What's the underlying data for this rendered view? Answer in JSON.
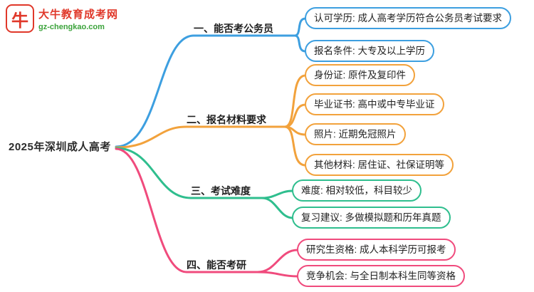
{
  "logo": {
    "icon": "bull-icon",
    "title": "大牛教育成考网",
    "url": "gz-chengkao.com"
  },
  "root": {
    "label": "2025年深圳成人高考"
  },
  "branches": [
    {
      "label": "一、能否考公务员",
      "color": "#3d9fe0",
      "children": [
        {
          "text": "认可学历: 成人高考学历符合公务员考试要求"
        },
        {
          "text": "报名条件: 大专及以上学历"
        }
      ]
    },
    {
      "label": "二、报名材料要求",
      "color": "#f2a23c",
      "children": [
        {
          "text": "身份证: 原件及复印件"
        },
        {
          "text": "毕业证书: 高中或中专毕业证"
        },
        {
          "text": "照片: 近期免冠照片"
        },
        {
          "text": "其他材料: 居住证、社保证明等"
        }
      ]
    },
    {
      "label": "三、考试难度",
      "color": "#2fbe8e",
      "children": [
        {
          "text": "难度: 相对较低，科目较少"
        },
        {
          "text": "复习建议: 多做模拟题和历年真题"
        }
      ]
    },
    {
      "label": "四、能否考研",
      "color": "#f04b7d",
      "children": [
        {
          "text": "研究生资格: 成人本科学历可报考"
        },
        {
          "text": "竞争机会: 与全日制本科生同等资格"
        }
      ]
    }
  ]
}
